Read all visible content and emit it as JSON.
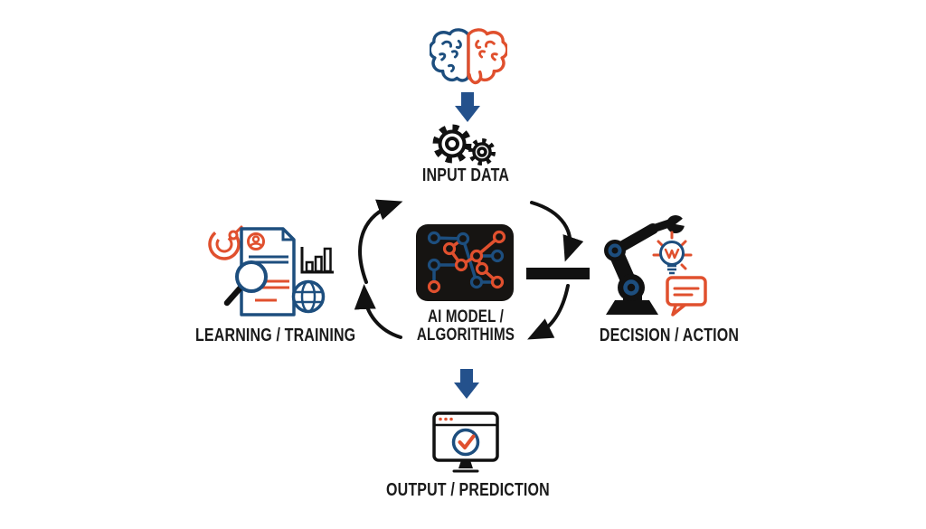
{
  "diagram": {
    "labels": {
      "input": "INPUT DATA",
      "learning": "LEARNING / TRAINING",
      "model_line1": "AI MODEL /",
      "model_line2": "ALGORITHIMS",
      "decision": "DECISION / ACTION",
      "output": "OUTPUT / PREDICTION"
    },
    "icons": [
      "brain-icon",
      "down-arrow-icon",
      "gears-icon",
      "target-icon",
      "document-icon",
      "magnifier-icon",
      "bar-chart-icon",
      "globe-icon",
      "neural-network-icon",
      "robot-arm-icon",
      "lightbulb-icon",
      "speech-bubble-icon",
      "monitor-check-icon",
      "cycle-arrows",
      "connector-bar"
    ],
    "colors": {
      "c-blue": "#1d4e7e",
      "c-orange": "#e0502e",
      "c-arrow": "#24518c",
      "c-ink": "#111111",
      "c-box": "#161412",
      "c-label": "#1a1a1a",
      "c-bg": "#ffffff"
    }
  }
}
